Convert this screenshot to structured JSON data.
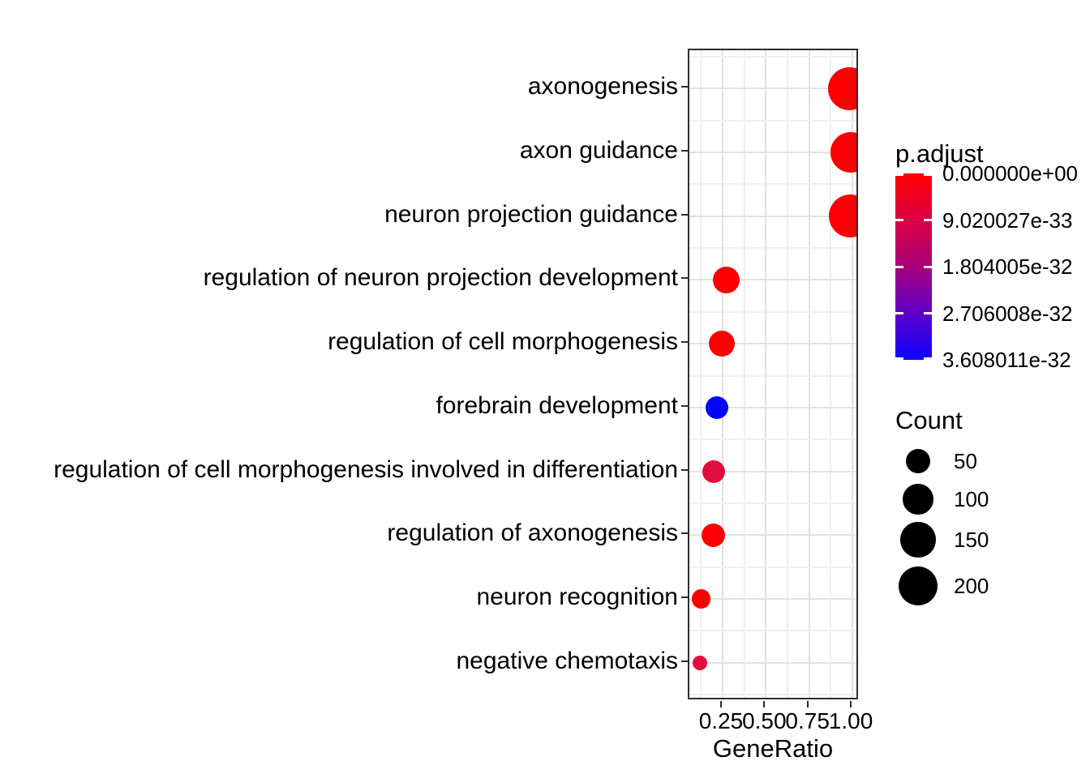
{
  "chart_data": {
    "type": "scatter",
    "title": "",
    "xlabel": "GeneRatio",
    "ylabel": "",
    "x_ticks": [
      0.25,
      0.5,
      0.75,
      1.0
    ],
    "x_tick_labels": [
      "0.25",
      "0.50",
      "0.75",
      "1.00"
    ],
    "x_minor_ticks": [
      0.125,
      0.375,
      0.625,
      0.875
    ],
    "x_range": [
      0.058,
      1.042
    ],
    "grid": true,
    "legend_position": "right",
    "categories": [
      "axonogenesis",
      "axon guidance",
      "neuron projection guidance",
      "regulation of neuron projection development",
      "regulation of cell morphogenesis",
      "forebrain development",
      "regulation of cell morphogenesis involved in differentiation",
      "regulation of axonogenesis",
      "neuron recognition",
      "negative chemotaxis"
    ],
    "points": [
      {
        "term": "axonogenesis",
        "gene_ratio": 0.985,
        "count": 260,
        "color": "#fb0000"
      },
      {
        "term": "axon guidance",
        "gene_ratio": 0.99,
        "count": 230,
        "color": "#fb0000"
      },
      {
        "term": "neuron projection guidance",
        "gene_ratio": 0.99,
        "count": 260,
        "color": "#fb0000"
      },
      {
        "term": "regulation of neuron projection development",
        "gene_ratio": 0.27,
        "count": 68,
        "color": "#fb0000"
      },
      {
        "term": "regulation of cell morphogenesis",
        "gene_ratio": 0.245,
        "count": 62,
        "color": "#fb0000"
      },
      {
        "term": "forebrain development",
        "gene_ratio": 0.218,
        "count": 40,
        "color": "#0404fc"
      },
      {
        "term": "regulation of cell morphogenesis involved in differentiation",
        "gene_ratio": 0.198,
        "count": 40,
        "color": "#e10d3e"
      },
      {
        "term": "regulation of axonogenesis",
        "gene_ratio": 0.195,
        "count": 45,
        "color": "#fb0000"
      },
      {
        "term": "neuron recognition",
        "gene_ratio": 0.128,
        "count": 19,
        "color": "#fb0000"
      },
      {
        "term": "negative chemotaxis",
        "gene_ratio": 0.119,
        "count": 6,
        "color": "#e10d3e"
      }
    ],
    "color_legend": {
      "title": "p.adjust",
      "tick_labels": [
        "0.000000e+00",
        "9.020027e-33",
        "1.804005e-32",
        "2.706008e-32",
        "3.608011e-32"
      ],
      "gradient_stops": [
        "#ff0000",
        "#db0045",
        "#a8007a",
        "#5f00c8",
        "#0e00fb"
      ]
    },
    "size_legend": {
      "title": "Count",
      "items": [
        {
          "label": "50",
          "value": 50
        },
        {
          "label": "100",
          "value": 100
        },
        {
          "label": "150",
          "value": 150
        },
        {
          "label": "200",
          "value": 200
        }
      ]
    }
  }
}
